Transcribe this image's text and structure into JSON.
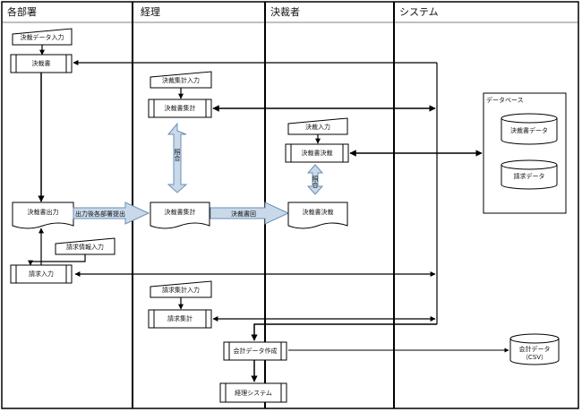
{
  "lanes": [
    "各部署",
    "経理",
    "決裁者",
    "システム"
  ],
  "nodes": {
    "kessai_data_input": "決裁データ入力",
    "kessaisho_1": "決裁書",
    "kessai_shuukei_input": "決裁集計入力",
    "kessaisho_shuukei": "決裁書集計",
    "kessai_input": "決裁入力",
    "kessaisho_kessai": "決裁書決裁",
    "database": "データベース",
    "kessaisho_data": "決裁書データ",
    "seikyuu_data": "請求データ",
    "kessaisho_output": "決裁書出力",
    "kessaisho_shuukei_doc": "決裁書集計",
    "kessaisho_kessai_doc": "決裁書決裁",
    "seikyuu_joho_input": "請求情報入力",
    "seikyuu_input": "請求入力",
    "seikyuu_shuukei_input": "請求集計入力",
    "seikyuu_shuukei": "請求集計",
    "kaikei_data_sakusei": "会計データ作成",
    "kaikei_data_csv": "会計データ\n（CSV）",
    "keiri_system": "経理システム"
  },
  "edge_labels": {
    "output_dept": "出力後各部署提出",
    "kessai_fubi": "決裁書回",
    "shougo_1": "照合",
    "shougo_2": "照合"
  }
}
